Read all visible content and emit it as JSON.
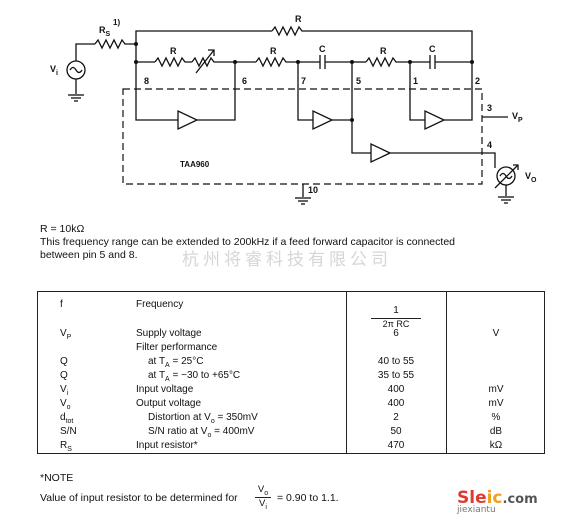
{
  "diagram": {
    "labels": {
      "rs": "R",
      "rs_sub": "S",
      "rs_sup": "1)",
      "r_top": "R",
      "r1": "R",
      "r2": "R",
      "r3": "R",
      "c1": "C",
      "c2": "C",
      "vi": "V",
      "vi_sub": "i",
      "vp": "V",
      "vp_sub": "P",
      "vo": "V",
      "vo_sub": "O",
      "chip": "TAA960",
      "pin8": "8",
      "pin6": "6",
      "pin7": "7",
      "pin5": "5",
      "pin1": "1",
      "pin2": "2",
      "pin3": "3",
      "pin4": "4",
      "pin10": "10"
    }
  },
  "notes": {
    "r_value": "R = 10kΩ",
    "freq_line1": "This frequency range can be extended to 200kHz if a feed forward capacitor is connected",
    "freq_line2": "between pin 5 and 8."
  },
  "watermark": "杭州将睿科技有限公司",
  "table": {
    "rows": [
      {
        "sym": "f",
        "sym_sub": "",
        "desc": "Frequency",
        "val": "",
        "unit": ""
      },
      {
        "sym": "V",
        "sym_sub": "P",
        "desc": "Supply voltage",
        "val": "6",
        "unit": "V"
      },
      {
        "sym": "",
        "sym_sub": "",
        "desc": "Filter performance",
        "val": "",
        "unit": ""
      },
      {
        "sym": "Q",
        "sym_sub": "",
        "desc": "at T",
        "desc_sub": "A",
        "desc_rest": " = 25°C",
        "val": "40 to 55",
        "unit": ""
      },
      {
        "sym": "Q",
        "sym_sub": "",
        "desc": "at T",
        "desc_sub": "A",
        "desc_rest": " = −30 to +65°C",
        "val": "35 to 55",
        "unit": ""
      },
      {
        "sym": "V",
        "sym_sub": "i",
        "desc": "Input voltage",
        "val": "400",
        "unit": "mV"
      },
      {
        "sym": "V",
        "sym_sub": "o",
        "desc": "Output voltage",
        "val": "400",
        "unit": "mV"
      },
      {
        "sym": "d",
        "sym_sub": "tot",
        "desc": "Distortion at V",
        "desc_sub": "o",
        "desc_rest": " = 350mV",
        "val": "2",
        "unit": "%"
      },
      {
        "sym": "S/N",
        "sym_sub": "",
        "desc": "S/N ratio at V",
        "desc_sub": "o",
        "desc_rest": " = 400mV",
        "val": "50",
        "unit": "dB"
      },
      {
        "sym": "R",
        "sym_sub": "S",
        "desc": "Input resistor*",
        "val": "470",
        "unit": "kΩ"
      }
    ],
    "freq_num": "1",
    "freq_den": "2π RC"
  },
  "footnote": {
    "title": "*NOTE",
    "text_before": "Value of input resistor to be determined for",
    "frac_num": "V",
    "frac_num_sub": "o",
    "frac_den": "V",
    "frac_den_sub": "i",
    "text_after": "= 0.90 to 1.1."
  },
  "site_logo": {
    "part1": "Sle",
    "part2": "ic",
    "part3": ".com",
    "sub": "jiexiantu"
  }
}
